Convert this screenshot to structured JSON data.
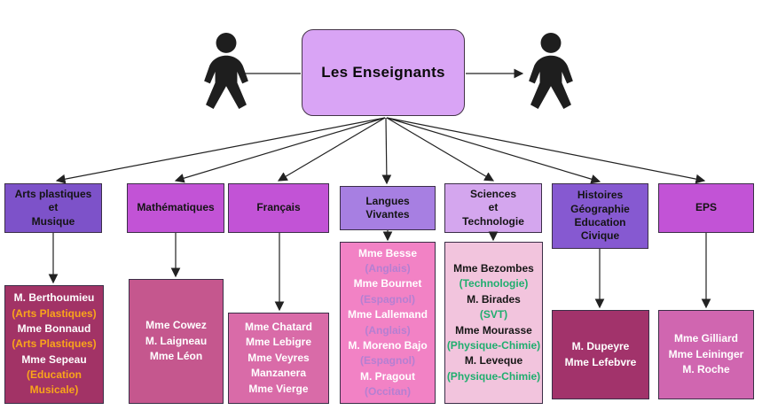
{
  "title": {
    "label": "Les Enseignants"
  },
  "icons": {
    "left": "person-silhouette",
    "right": "person-silhouette"
  },
  "colors": {
    "root_fill": "#d9a4f5",
    "border": "#3b2e47",
    "tone_colors": {
      "name": "#ffffff",
      "name-dark": "#161616",
      "tag-orange": "#f9a51a",
      "tag-purple": "#b57fd2",
      "tag-green": "#1fae6e"
    }
  },
  "columns": [
    {
      "subject": {
        "label": "Arts plastiques\net\nMusique",
        "fill": "#7d52c9"
      },
      "teachers": {
        "fill": "#a23366",
        "entries": [
          {
            "text": "M. Berthoumieu",
            "tone": "name"
          },
          {
            "text": "(Arts Plastiques)",
            "tone": "tag-orange"
          },
          {
            "text": "Mme Bonnaud",
            "tone": "name"
          },
          {
            "text": "(Arts Plastiques)",
            "tone": "tag-orange"
          },
          {
            "text": "Mme Sepeau",
            "tone": "name"
          },
          {
            "text": "(Education Musicale)",
            "tone": "tag-orange"
          }
        ]
      }
    },
    {
      "subject": {
        "label": "Mathématiques",
        "fill": "#c253d6"
      },
      "teachers": {
        "fill": "#c5578e",
        "entries": [
          {
            "text": "Mme Cowez",
            "tone": "name"
          },
          {
            "text": "M. Laigneau",
            "tone": "name"
          },
          {
            "text": "Mme Léon",
            "tone": "name"
          }
        ]
      }
    },
    {
      "subject": {
        "label": "Français",
        "fill": "#c253d6"
      },
      "teachers": {
        "fill": "#d96ba8",
        "entries": [
          {
            "text": "Mme Chatard",
            "tone": "name"
          },
          {
            "text": "Mme Lebigre",
            "tone": "name"
          },
          {
            "text": "Mme Veyres Manzanera",
            "tone": "name"
          },
          {
            "text": "Mme Vierge",
            "tone": "name"
          }
        ]
      }
    },
    {
      "subject": {
        "label": "Langues\nVivantes",
        "fill": "#a77fe2"
      },
      "teachers": {
        "fill": "#f282c5",
        "entries": [
          {
            "text": "Mme Besse",
            "tone": "name"
          },
          {
            "text": "(Anglais)",
            "tone": "tag-purple"
          },
          {
            "text": "Mme Bournet",
            "tone": "name"
          },
          {
            "text": "(Espagnol)",
            "tone": "tag-purple"
          },
          {
            "text": "Mme Lallemand",
            "tone": "name"
          },
          {
            "text": "(Anglais)",
            "tone": "tag-purple"
          },
          {
            "text": "M. Moreno Bajo",
            "tone": "name"
          },
          {
            "text": "(Espagnol)",
            "tone": "tag-purple"
          },
          {
            "text": "M. Pragout",
            "tone": "name"
          },
          {
            "text": "(Occitan)",
            "tone": "tag-purple"
          }
        ]
      }
    },
    {
      "subject": {
        "label": "Sciences\net\nTechnologie",
        "fill": "#d4a6ee"
      },
      "teachers": {
        "fill": "#f2c4dd",
        "entries": [
          {
            "text": "Mme Bezombes",
            "tone": "name-dark"
          },
          {
            "text": "(Technologie)",
            "tone": "tag-green"
          },
          {
            "text": "M. Birades",
            "tone": "name-dark"
          },
          {
            "text": "(SVT)",
            "tone": "tag-green"
          },
          {
            "text": "Mme Mourasse",
            "tone": "name-dark"
          },
          {
            "text": "(Physique-Chimie)",
            "tone": "tag-green"
          },
          {
            "text": "M. Leveque",
            "tone": "name-dark"
          },
          {
            "text": "(Physique-Chimie)",
            "tone": "tag-green"
          }
        ]
      }
    },
    {
      "subject": {
        "label": "Histoires\nGéographie\nEducation\nCivique",
        "fill": "#8659d1"
      },
      "teachers": {
        "fill": "#a2336b",
        "entries": [
          {
            "text": "M. Dupeyre",
            "tone": "name"
          },
          {
            "text": "Mme Lefebvre",
            "tone": "name"
          }
        ]
      }
    },
    {
      "subject": {
        "label": "EPS",
        "fill": "#c253d6"
      },
      "teachers": {
        "fill": "#d066b0",
        "entries": [
          {
            "text": "Mme Gilliard",
            "tone": "name"
          },
          {
            "text": "Mme Leininger",
            "tone": "name"
          },
          {
            "text": "M. Roche",
            "tone": "name"
          }
        ]
      }
    }
  ]
}
